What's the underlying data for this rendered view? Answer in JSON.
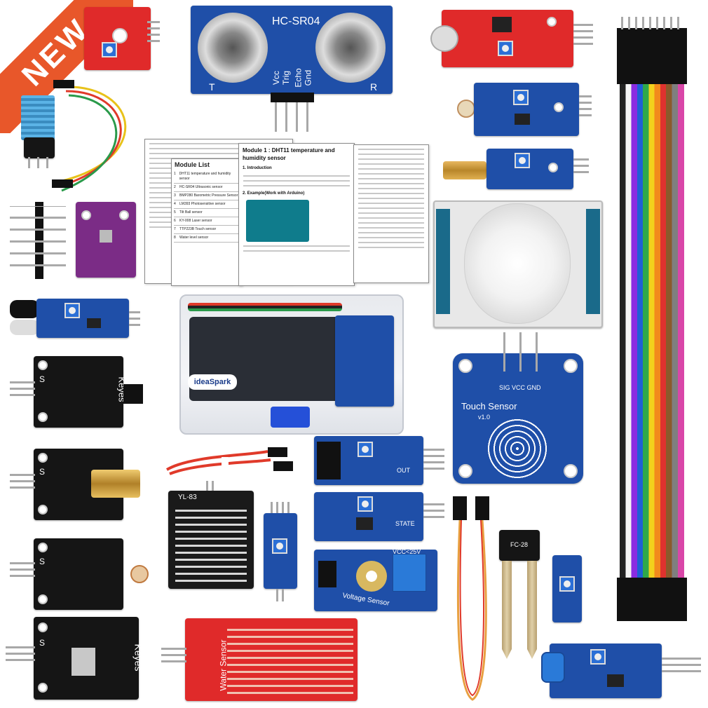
{
  "badge": {
    "text": "NEW",
    "color": "#e8572a"
  },
  "labels": {
    "hcsr04": "HC-SR04",
    "vcc": "Vcc",
    "trig": "Trig",
    "echo": "Echo",
    "gnd": "Gnd",
    "t": "T",
    "r": "R",
    "touch_sensor": "Touch Sensor",
    "touch_version": "v1.0",
    "touch_pins": "SIG VCC GND",
    "keyes": "Keyes",
    "yl83": "YL-83",
    "fc28": "FC-28",
    "water_sensor": "Water Sensor",
    "voltage_sensor": "Voltage Sensor",
    "voltage_range": "VCC<25V",
    "out": "OUT",
    "state": "STATE",
    "ideaspark": "ideaSpark",
    "s": "S"
  },
  "document": {
    "title": "Module 1 : DHT11 temperature and humidity sensor",
    "section_intro": "1. Introduction",
    "section_example": "2. Example(Work with Arduino)",
    "module_list_title": "Module List",
    "module_list": [
      "DHT11 temperature and humidity sensor",
      "HC-SR04 Ultrasonic sensor",
      "BMP280 Barometric Pressure Sensor",
      "LM393 Photosensitive sensor",
      "Tilt Ball sensor",
      "KY-008 Laser sensor",
      "TTP223B Touch sensor",
      "Water level sensor"
    ]
  },
  "colors": {
    "pcb_blue": "#1f4fa8",
    "pcb_red": "#e02a2a",
    "pcb_black": "#151515",
    "pcb_purple": "#7b2c86"
  }
}
